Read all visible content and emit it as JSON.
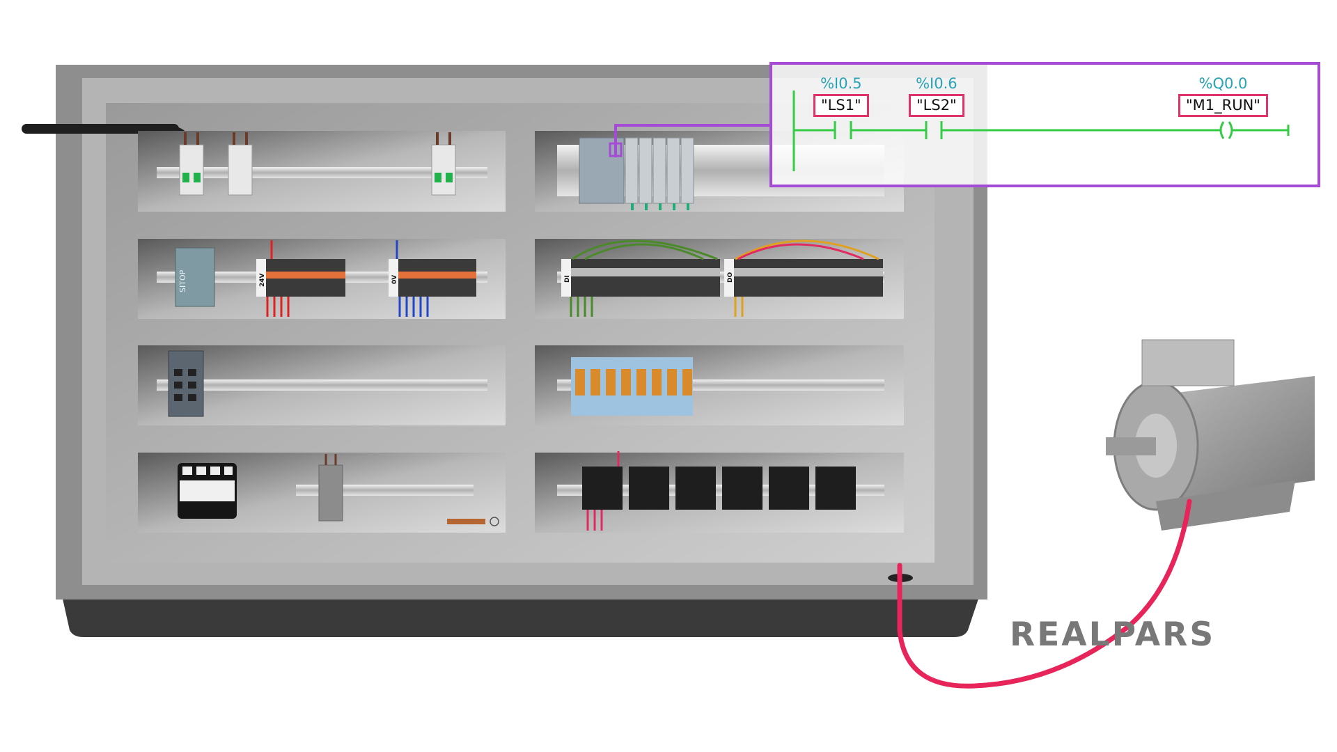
{
  "ladder": {
    "contact1": {
      "address": "%I0.5",
      "tag": "\"LS1\""
    },
    "contact2": {
      "address": "%I0.6",
      "tag": "\"LS2\""
    },
    "coil": {
      "address": "%Q0.0",
      "tag": "\"M1_RUN\""
    }
  },
  "terminal_labels": {
    "psu_brand": "SITOP",
    "block_24v": "24V",
    "block_0v": "0V",
    "block_di": "DI",
    "block_do": "DO"
  },
  "logo": {
    "text": "REALPARS"
  },
  "colors": {
    "ladder_rail": "#33cc44",
    "tag_border": "#e0336a",
    "address_text": "#27a3b5",
    "highlight_frame": "#a64bd6",
    "motor_cable": "#e8255a"
  }
}
